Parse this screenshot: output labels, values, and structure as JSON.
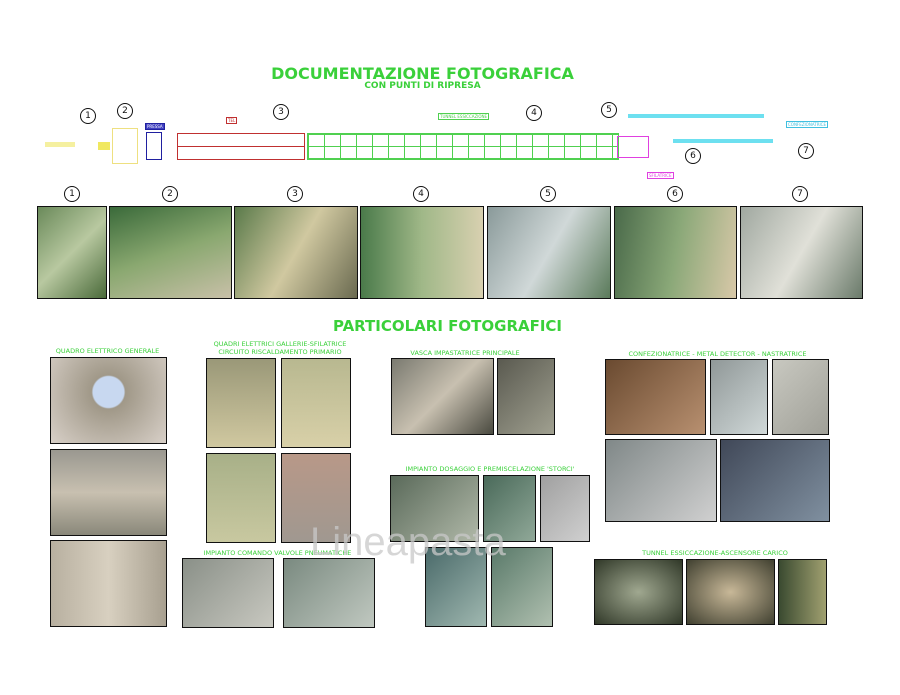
{
  "header": {
    "title": "DOCUMENTAZIONE FOTOGRAFICA",
    "subtitle": "CON PUNTI DI RIPRESA"
  },
  "diagram": {
    "points": [
      "1",
      "2",
      "3",
      "4",
      "5",
      "6",
      "7"
    ],
    "tags": {
      "press": "PRESSA",
      "tel": "TEL",
      "tunnel": "TUNNEL ESSICCAZIONE",
      "sfilatrice": "SFILATRICE",
      "confezionatrice": "CONFEZIONATRICE"
    }
  },
  "photo_row": {
    "numbers": [
      "1",
      "2",
      "3",
      "4",
      "5",
      "6",
      "7"
    ]
  },
  "section2": {
    "title": "PARTICOLARI FOTOGRAFICI",
    "groups": [
      "QUADRO ELETTRICO GENERALE",
      "QUADRI ELETTRICI GALLERIE-SFILATRICE",
      "CIRCUITO RISCALDAMENTO PRIMARIO",
      "VASCA IMPASTATRICE PRINCIPALE",
      "CONFEZIONATRICE - METAL DETECTOR - NASTRATRICE",
      "IMPIANTO DOSAGGIO E PREMISCELAZIONE 'STORCI'",
      "IMPIANTO COMANDO VALVOLE PNEUMATICHE",
      "TUNNEL ESSICCAZIONE-ASCENSORE CARICO"
    ]
  },
  "watermark": "Lineapasta"
}
